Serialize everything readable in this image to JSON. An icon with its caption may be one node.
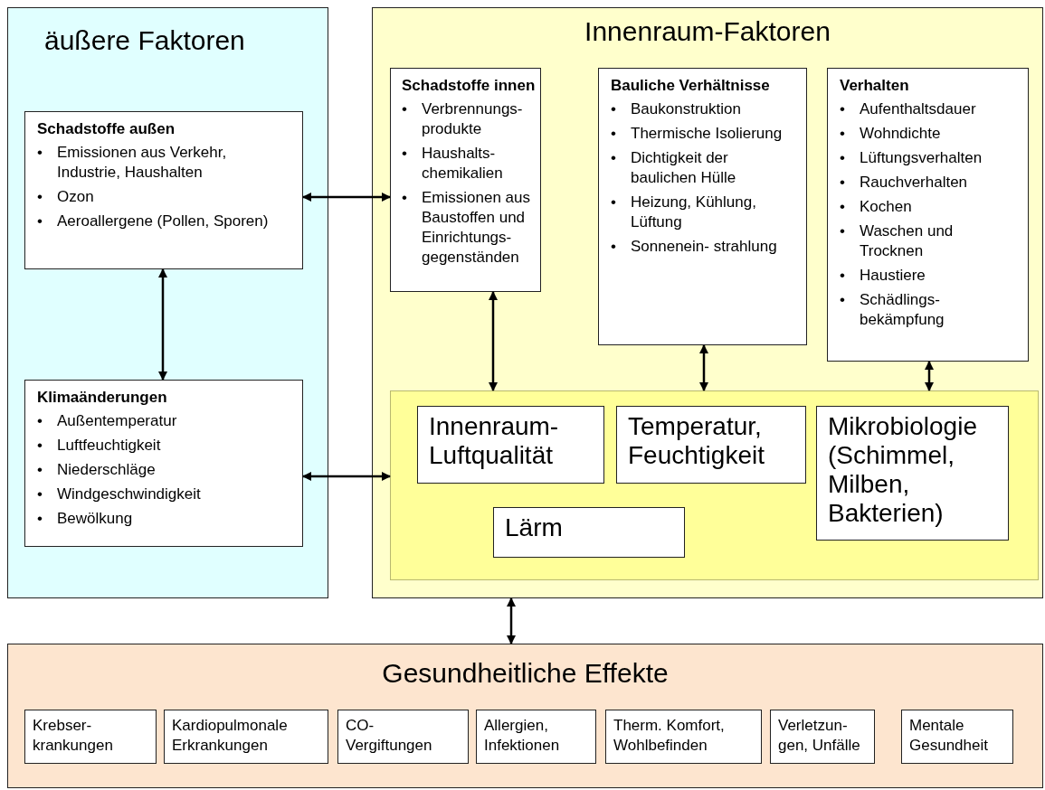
{
  "diagram": {
    "nodes": [
      {
        "text": [
          "äußere Faktoren"
        ]
      },
      {
        "text": [
          "Schadstoffe außen",
          "• Emissionen aus Verkehr, Industrie, Haushalten",
          "• Ozon",
          "• Aeroallergene (Pollen, Sporen)"
        ],
        "in": 0
      },
      {
        "text": [
          "Klimaänderungen",
          "• Außentemperatur",
          "• Luftfeuchtigkeit",
          "• Niederschläge",
          "• Windgeschwindigkeit",
          "• Bewölkung"
        ],
        "in": 0
      },
      {
        "text": [
          "Innenraum-Faktoren"
        ]
      },
      {
        "text": [
          "Schadstoffe innen",
          "• Verbrennungs- produkte",
          "• Haushalts- chemikalien",
          "• Emissionen aus Baustoffen und Einrichtungs- gegenständen"
        ],
        "in": 3
      },
      {
        "text": [
          "Bauliche Verhältnisse",
          "• Baukonstruktion",
          "• Thermische Isolierung",
          "• Dichtigkeit der baulichen Hülle",
          "• Heizung, Kühlung, Lüftung",
          "• Sonnenein- strahlung"
        ],
        "in": 3
      },
      {
        "text": [
          "Verhalten",
          "• Aufenthaltsdauer",
          "• Wohndichte",
          "• Lüftungsverhalten",
          "• Rauchverhalten",
          "• Kochen",
          "• Waschen und Trocknen",
          "• Haustiere",
          "• Schädlings- bekämpfung"
        ],
        "in": 3
      },
      {
        "text": [],
        "shape": "box",
        "in": 3
      },
      {
        "text": [
          "Innenraum- Luftqualität"
        ],
        "in": 7
      },
      {
        "text": [
          "Temperatur, Feuchtigkeit"
        ],
        "in": 7
      },
      {
        "text": [
          "Mikrobiologie (Schimmel, Milben, Bakterien)"
        ],
        "in": 7
      },
      {
        "text": [
          "Lärm"
        ],
        "in": 7
      },
      {
        "text": [
          "Gesundheitliche Effekte"
        ]
      },
      {
        "text": [
          "Krebser- krankungen"
        ],
        "in": 12
      },
      {
        "text": [
          "Kardiopulmonale Erkrankungen"
        ],
        "in": 12
      },
      {
        "text": [
          "CO- Vergiftungen"
        ],
        "in": 12
      },
      {
        "text": [
          "Allergien, Infektionen"
        ],
        "in": 12
      },
      {
        "text": [
          "Therm. Komfort, Wohlbefinden"
        ],
        "in": 12
      },
      {
        "text": [
          "Verletzun- gen, Unfälle"
        ],
        "in": 12
      },
      {
        "text": [
          "Mentale Gesundheit"
        ],
        "in": 12
      }
    ],
    "edges": [
      {
        "from": 1,
        "to": 4,
        "arrow": "both"
      },
      {
        "from": 1,
        "to": 2,
        "arrow": "both"
      },
      {
        "from": 2,
        "to": 7,
        "arrow": "both"
      },
      {
        "from": 4,
        "to": 7,
        "arrow": "both"
      },
      {
        "from": 5,
        "to": 7,
        "arrow": "both"
      },
      {
        "from": 6,
        "to": 7,
        "arrow": "both"
      },
      {
        "from": 3,
        "to": 12,
        "arrow": "both"
      }
    ]
  }
}
